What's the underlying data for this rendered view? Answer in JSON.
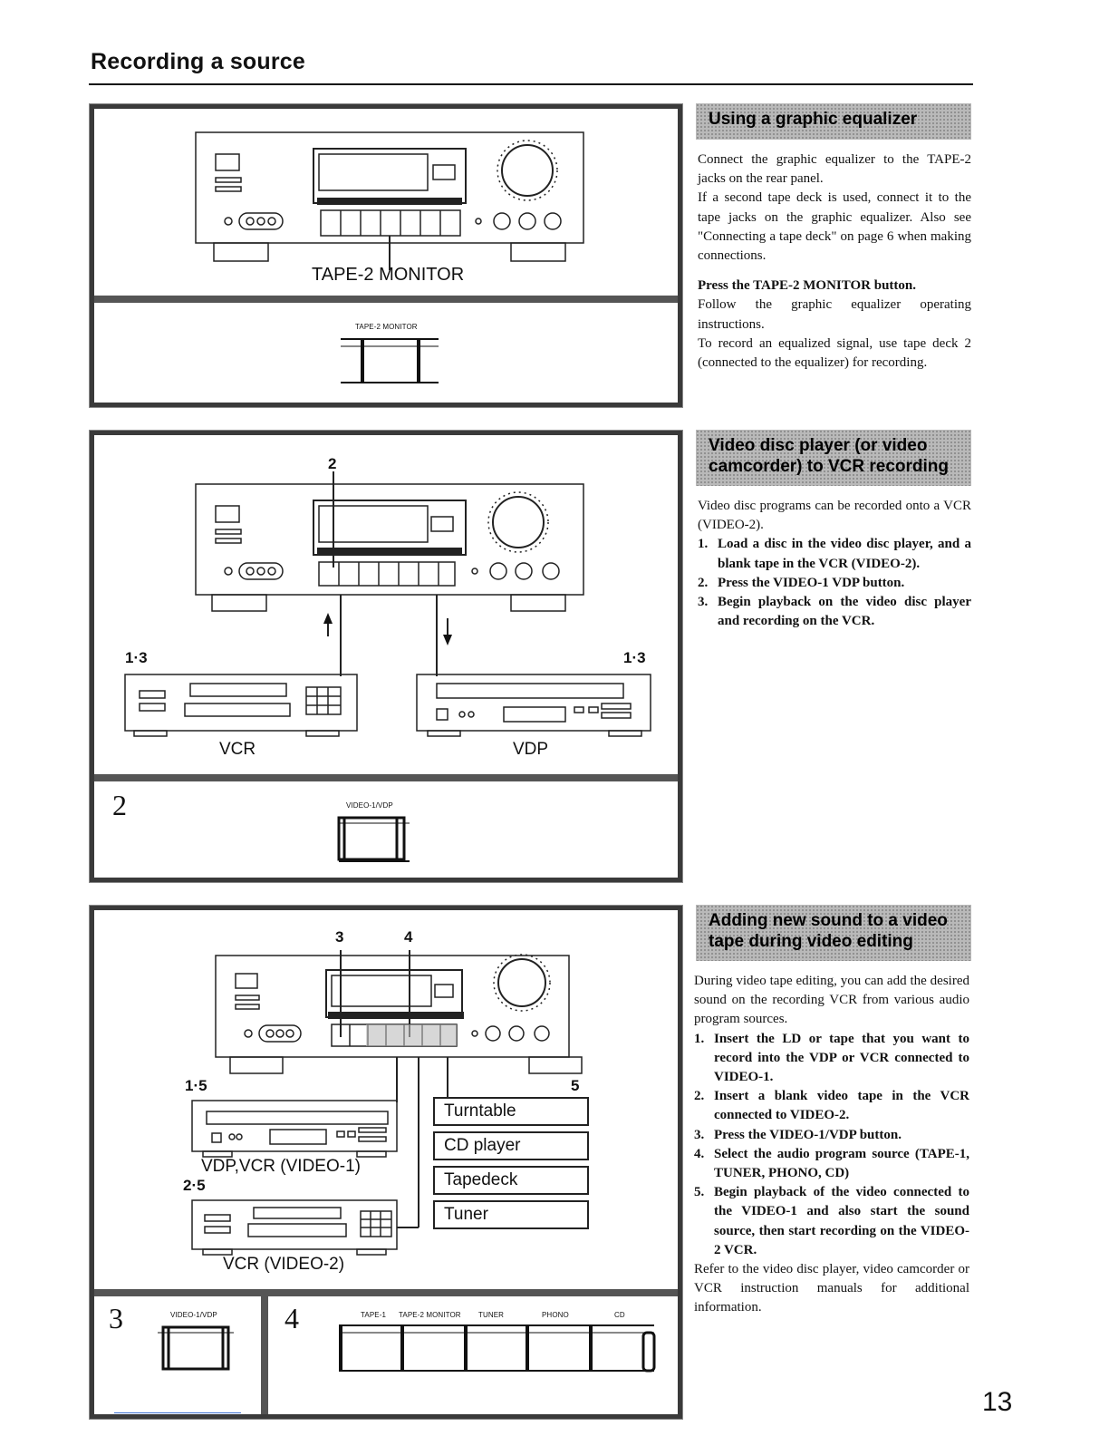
{
  "page_title": "Recording a source",
  "page_number": "13",
  "section1": {
    "heading": "Using a graphic equalizer",
    "para1": "Connect the graphic equalizer to the TAPE-2 jacks on the rear panel.",
    "para2": "If a second tape deck is used, connect it to the tape jacks on the graphic equalizer. Also see \"Connecting a tape deck\" on page 6 when making connections.",
    "instruction_bold": "Press the TAPE-2 MONITOR button.",
    "para3": "Follow the graphic equalizer operating instructions.",
    "para4": "To record an equalized signal, use tape deck 2 (connected to the equalizer) for recording.",
    "diagram_label": "TAPE-2 MONITOR",
    "button_label": "TAPE-2 MONITOR"
  },
  "section2": {
    "heading": "Video disc player (or video camcorder) to VCR recording",
    "intro": "Video disc programs can be recorded onto a VCR (VIDEO-2).",
    "steps": [
      {
        "num": "1.",
        "text": "Load a disc in the video disc player, and a blank tape in the VCR (VIDEO-2)."
      },
      {
        "num": "2.",
        "text": "Press the VIDEO-1 VDP button."
      },
      {
        "num": "3.",
        "text": "Begin playback on the video disc player and recording on the VCR."
      }
    ],
    "callout_top": "2",
    "callout_left": "1·3",
    "callout_right": "1·3",
    "label_vcr": "VCR",
    "label_vdp": "VDP",
    "step_panel_number": "2",
    "button_label": "VIDEO-1/VDP"
  },
  "section3": {
    "heading": "Adding new sound to a video tape during video editing",
    "intro": "During video tape editing, you can add the desired sound on the recording VCR from various audio program sources.",
    "steps": [
      {
        "num": "1.",
        "text": "Insert the LD or tape that you want to record into the VDP or VCR connected to VIDEO-1."
      },
      {
        "num": "2.",
        "text": "Insert a blank video tape in the VCR connected to VIDEO-2."
      },
      {
        "num": "3.",
        "text": "Press the VIDEO-1/VDP button."
      },
      {
        "num": "4.",
        "text": "Select the audio program source (TAPE-1, TUNER, PHONO, CD)"
      },
      {
        "num": "5.",
        "text": "Begin playback of the video connected to the VIDEO-1 and also start the sound source, then start recording on the VIDEO-2 VCR."
      }
    ],
    "outro": "Refer to the video disc player, video camcorder or VCR instruction manuals for additional information.",
    "callout_3": "3",
    "callout_4": "4",
    "callout_15": "1·5",
    "callout_25": "2·5",
    "callout_5": "5",
    "label_vdp_vcr": "VDP,VCR (VIDEO-1)",
    "label_vcr2": "VCR (VIDEO-2)",
    "sources": [
      "Turntable",
      "CD player",
      "Tapedeck",
      "Tuner"
    ],
    "step3_number": "3",
    "step3_button": "VIDEO-1/VDP",
    "step4_number": "4",
    "step4_buttons": [
      "TAPE-1",
      "TAPE-2 MONITOR",
      "TUNER",
      "PHONO",
      "CD"
    ]
  }
}
